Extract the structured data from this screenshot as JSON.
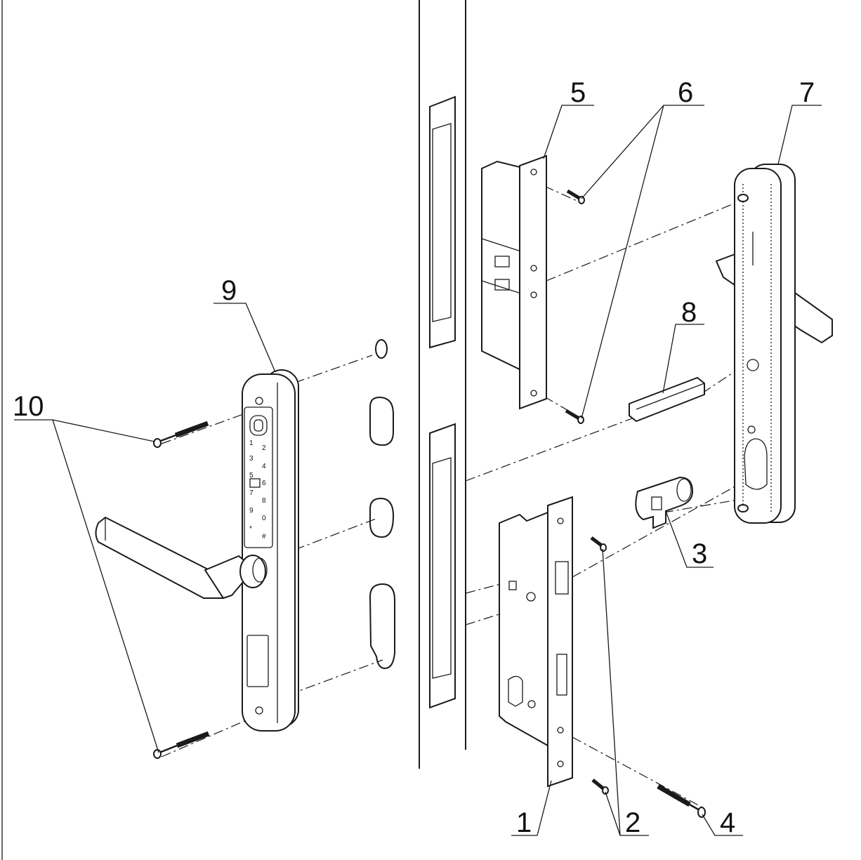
{
  "callouts": {
    "c1": "1",
    "c2": "2",
    "c3": "3",
    "c4": "4",
    "c5": "5",
    "c6": "6",
    "c7": "7",
    "c8": "8",
    "c9": "9",
    "c10": "10"
  },
  "keypad": {
    "k1": "1",
    "k2": "2",
    "k3": "3",
    "k4": "4",
    "k5": "5",
    "k6": "6",
    "k7": "7",
    "k8": "8",
    "k9": "9",
    "k0": "0",
    "kstar": "*",
    "khash": "#"
  }
}
